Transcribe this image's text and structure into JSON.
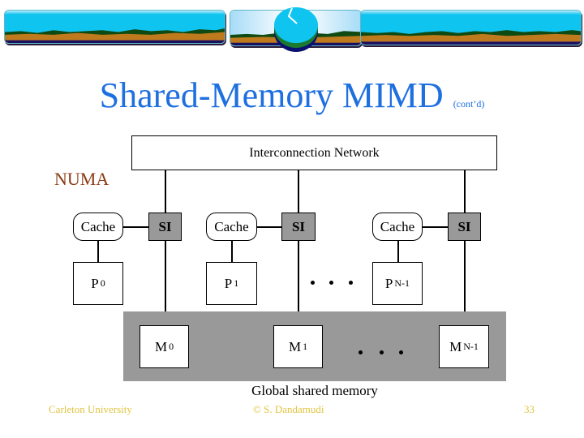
{
  "header": {
    "banner_colors": {
      "sky": "#10c4f0",
      "hills": "#0f4a12",
      "earth": "#c07a1e",
      "shadow": "#1a1060"
    }
  },
  "title": {
    "main": "Shared-Memory MIMD",
    "sub": "(cont’d)",
    "color": "#1e6fe0"
  },
  "section_label": {
    "text": "NUMA",
    "color": "#8b3a14"
  },
  "diagram": {
    "network_label": "Interconnection Network",
    "nodes": [
      {
        "cache": "Cache",
        "si": "SI",
        "proc": "P",
        "proc_sub": "0",
        "mem": "M",
        "mem_sub": "0"
      },
      {
        "cache": "Cache",
        "si": "SI",
        "proc": "P",
        "proc_sub": "1",
        "mem": "M",
        "mem_sub": "1"
      },
      {
        "cache": "Cache",
        "si": "SI",
        "proc": "P",
        "proc_sub": "N-1",
        "mem": "M",
        "mem_sub": "N-1"
      }
    ],
    "global_memory_label": "Global shared memory",
    "si_color": "#999999",
    "memory_band_color": "#999999"
  },
  "footer": {
    "left": "Carleton University",
    "center": "© S. Dandamudi",
    "page": "33",
    "color": "#e0c440"
  }
}
